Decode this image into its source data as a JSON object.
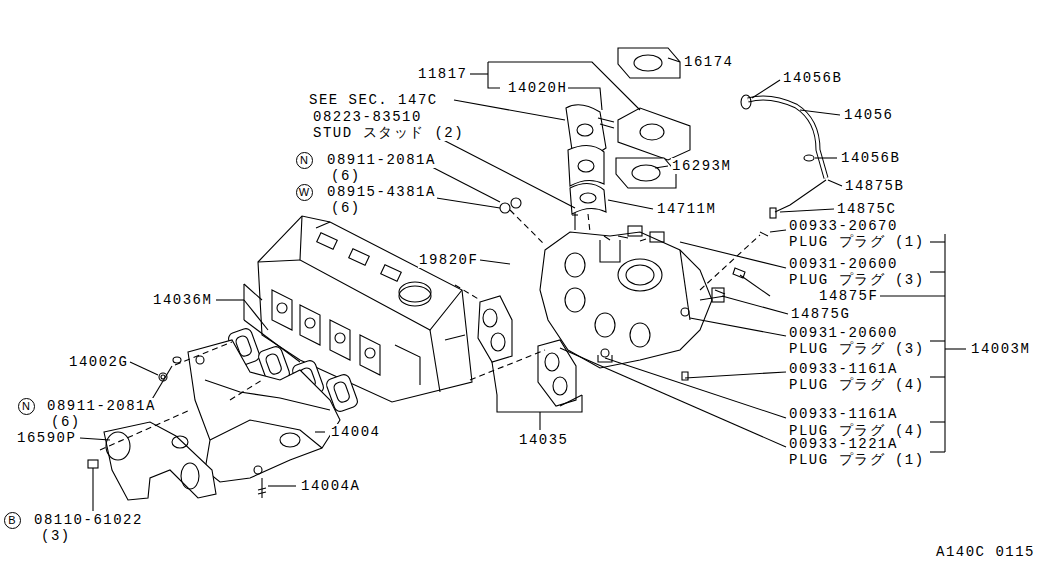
{
  "diagram": {
    "nodes": [
      {
        "text": [
          "N"
        ]
      },
      {
        "text": [
          "W"
        ]
      },
      {
        "text": [
          "N"
        ]
      },
      {
        "text": [
          "B"
        ]
      }
    ],
    "labels": [
      "16174",
      "11817",
      "14020H",
      "14056B",
      "14056",
      "SEE SEC. 147C",
      "08223-83510",
      "STUD スタッド (2)",
      "08911-2081A",
      "(6)",
      "16293M",
      "14056B",
      "08915-4381A",
      "(6)",
      "14875B",
      "14711M",
      "14875C",
      "00933-20670",
      "PLUG プラグ (1)",
      "00931-20600",
      "PLUG プラグ (3)",
      "19820F",
      "14875F",
      "14036M",
      "14875G",
      "00931-20600",
      "PLUG プラグ (3)",
      "14003M",
      "14002G",
      "00933-1161A",
      "PLUG プラグ (4)",
      "00933-1161A",
      "PLUG プラグ (4)",
      "08911-2081A",
      "(6)",
      "14004",
      "16590P",
      "14035",
      "00933-1221A",
      "PLUG プラグ (1)",
      "14004A",
      "08110-61022",
      "(3)",
      "A140C 0115"
    ]
  }
}
